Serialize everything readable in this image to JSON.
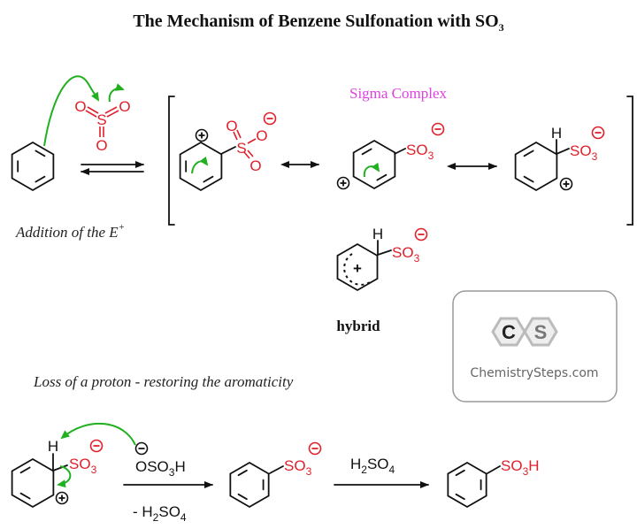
{
  "title": {
    "main": "The Mechanism of Benzene Sulfonation with SO",
    "sub": "3"
  },
  "labels": {
    "addition": "Addition of the E",
    "addition_sup": "+",
    "sigma_complex": "Sigma Complex",
    "hybrid": "hybrid",
    "loss": "Loss of a proton - restoring the aromaticity"
  },
  "atoms": {
    "O": "O",
    "S": "S",
    "H": "H",
    "plus": "+"
  },
  "groups": {
    "so3": {
      "main": "SO",
      "sub": "3"
    },
    "so3h": {
      "main": "SO",
      "sub": "3",
      "tail": "H"
    },
    "base": {
      "a": "OSO",
      "sub": "3",
      "b": "H"
    },
    "byproduct": {
      "a": "- H",
      "sub1": "2",
      "b": "SO",
      "sub2": "4"
    },
    "reagent": {
      "a": "H",
      "sub1": "2",
      "b": "SO",
      "sub2": "4"
    }
  },
  "logo": {
    "letter1": "C",
    "letter2": "S",
    "site": "ChemistrySteps.com"
  },
  "colors": {
    "red": "#e0202a",
    "green": "#20b020",
    "magenta": "#e040e0"
  }
}
